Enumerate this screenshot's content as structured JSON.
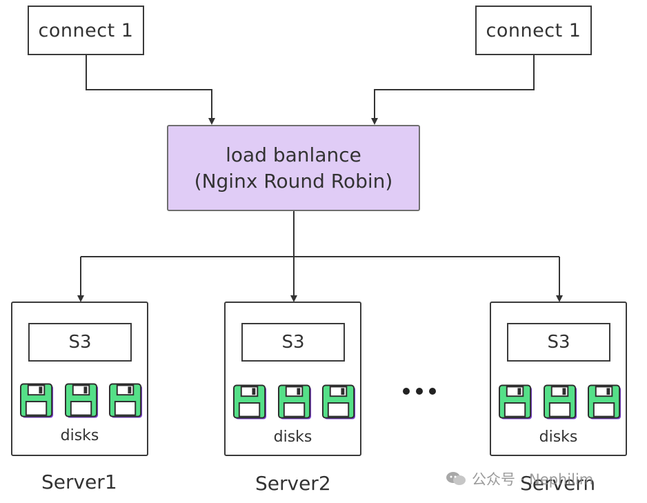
{
  "connections": [
    {
      "label": "connect 1"
    },
    {
      "label": "connect 1"
    }
  ],
  "load_balancer": {
    "line1": "load banlance",
    "line2": "(Nginx Round Robin)",
    "color": "#e0ccf6"
  },
  "servers": [
    {
      "name": "Server1",
      "storage": "S3",
      "disks_label": "disks"
    },
    {
      "name": "Server2",
      "storage": "S3",
      "disks_label": "disks"
    },
    {
      "name": "Servern",
      "storage": "S3",
      "disks_label": "disks"
    }
  ],
  "disk_icon": {
    "name": "floppy-disk-icon",
    "fill": "#55e088",
    "edge": "#7a3fd0"
  },
  "watermark": {
    "text": "公众号 · Nephilim"
  }
}
